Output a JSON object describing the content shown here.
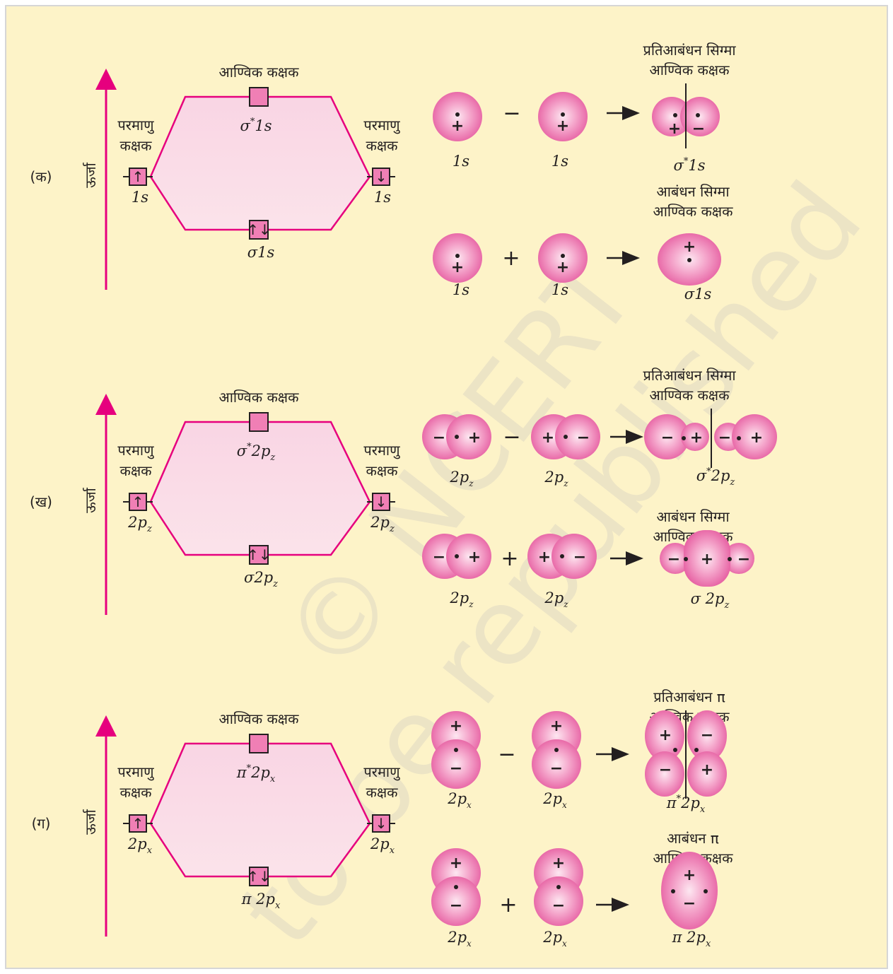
{
  "watermark": {
    "line1": "© NCERT",
    "line2": "to be republished"
  },
  "energy_label": "ऊर्जा",
  "panels": [
    {
      "tag": "(क)",
      "mo_heading": "आण्विक कक्षक",
      "ao_left_label": [
        "परमाणु",
        "कक्षक"
      ],
      "ao_right_label": [
        "परमाणु",
        "कक्षक"
      ],
      "ao_left": {
        "base": "1s",
        "sub": "",
        "electron": "↑"
      },
      "ao_right": {
        "base": "1s",
        "sub": "",
        "electron": "↓"
      },
      "mo_upper": {
        "prefix": "σ",
        "star": "*",
        "base": "1s",
        "sub": ""
      },
      "mo_lower": {
        "prefix": "σ",
        "base": "1s",
        "sub": "",
        "electrons": "↑↓"
      },
      "antibonding_title": [
        "प्रतिआबंधन सिग्मा",
        "आण्विक कक्षक"
      ],
      "bonding_title": [
        "आबंधन सिग्मा",
        "आण्विक कक्षक"
      ],
      "combo_upper": {
        "left": "1s",
        "op": "−",
        "right": "1s",
        "result": {
          "prefix": "σ",
          "star": "*",
          "base": "1s",
          "sub": ""
        }
      },
      "combo_lower": {
        "left": "1s",
        "op": "+",
        "right": "1s",
        "result": {
          "prefix": "σ",
          "base": "1s",
          "sub": ""
        }
      }
    },
    {
      "tag": "(ख)",
      "mo_heading": "आण्विक कक्षक",
      "ao_left_label": [
        "परमाणु",
        "कक्षक"
      ],
      "ao_right_label": [
        "परमाणु",
        "कक्षक"
      ],
      "ao_left": {
        "base": "2p",
        "sub": "z",
        "electron": "↑"
      },
      "ao_right": {
        "base": "2p",
        "sub": "z",
        "electron": "↓"
      },
      "mo_upper": {
        "prefix": "σ",
        "star": "*",
        "base": "2p",
        "sub": "z"
      },
      "mo_lower": {
        "prefix": "σ",
        "base": "2p",
        "sub": "z",
        "electrons": "↑↓"
      },
      "antibonding_title": [
        "प्रतिआबंधन सिग्मा",
        "आण्विक कक्षक"
      ],
      "bonding_title": [
        "आबंधन सिग्मा",
        "आण्विक कक्षक"
      ],
      "combo_upper": {
        "left": "2p",
        "left_sub": "z",
        "op": "−",
        "right": "2p",
        "right_sub": "z",
        "result": {
          "prefix": "σ",
          "star": "*",
          "base": "2p",
          "sub": "z"
        }
      },
      "combo_lower": {
        "left": "2p",
        "left_sub": "z",
        "op": "+",
        "right": "2p",
        "right_sub": "z",
        "result": {
          "prefix": "σ ",
          "base": "2p",
          "sub": "z"
        }
      }
    },
    {
      "tag": "(ग)",
      "mo_heading": "आण्विक कक्षक",
      "ao_left_label": [
        "परमाणु",
        "कक्षक"
      ],
      "ao_right_label": [
        "परमाणु",
        "कक्षक"
      ],
      "ao_left": {
        "base": "2p",
        "sub": "x",
        "electron": "↑"
      },
      "ao_right": {
        "base": "2p",
        "sub": "x",
        "electron": "↓"
      },
      "mo_upper": {
        "prefix": "π",
        "star": "*",
        "base": "2p",
        "sub": "x"
      },
      "mo_lower": {
        "prefix": "π ",
        "base": "2p",
        "sub": "x",
        "electrons": "↑↓"
      },
      "antibonding_title": [
        "प्रतिआबंधन π",
        "आण्विक कक्षक"
      ],
      "bonding_title": [
        "आबंधन π",
        "आण्विक कक्षक"
      ],
      "combo_upper": {
        "left": "2p",
        "left_sub": "x",
        "op": "−",
        "right": "2p",
        "right_sub": "x",
        "result": {
          "prefix": "π",
          "star": "*",
          "base": "2p",
          "sub": "x"
        }
      },
      "combo_lower": {
        "left": "2p",
        "left_sub": "x",
        "op": "+",
        "right": "2p",
        "right_sub": "x",
        "result": {
          "prefix": "π ",
          "base": "2p",
          "sub": "x"
        }
      }
    }
  ],
  "signs": {
    "plus": "+",
    "minus": "−",
    "arrow": "→"
  },
  "colors": {
    "background": "#fdf3c8",
    "frame": "#d8d8d8",
    "hexagon_stroke": "#e6007e",
    "hexagon_fill": "#f8cfe0",
    "box_fill": "#f07fb5",
    "orbital_core": "#fce4ef",
    "orbital_mid": "#f29cc6",
    "orbital_edge": "#e55a9e"
  }
}
